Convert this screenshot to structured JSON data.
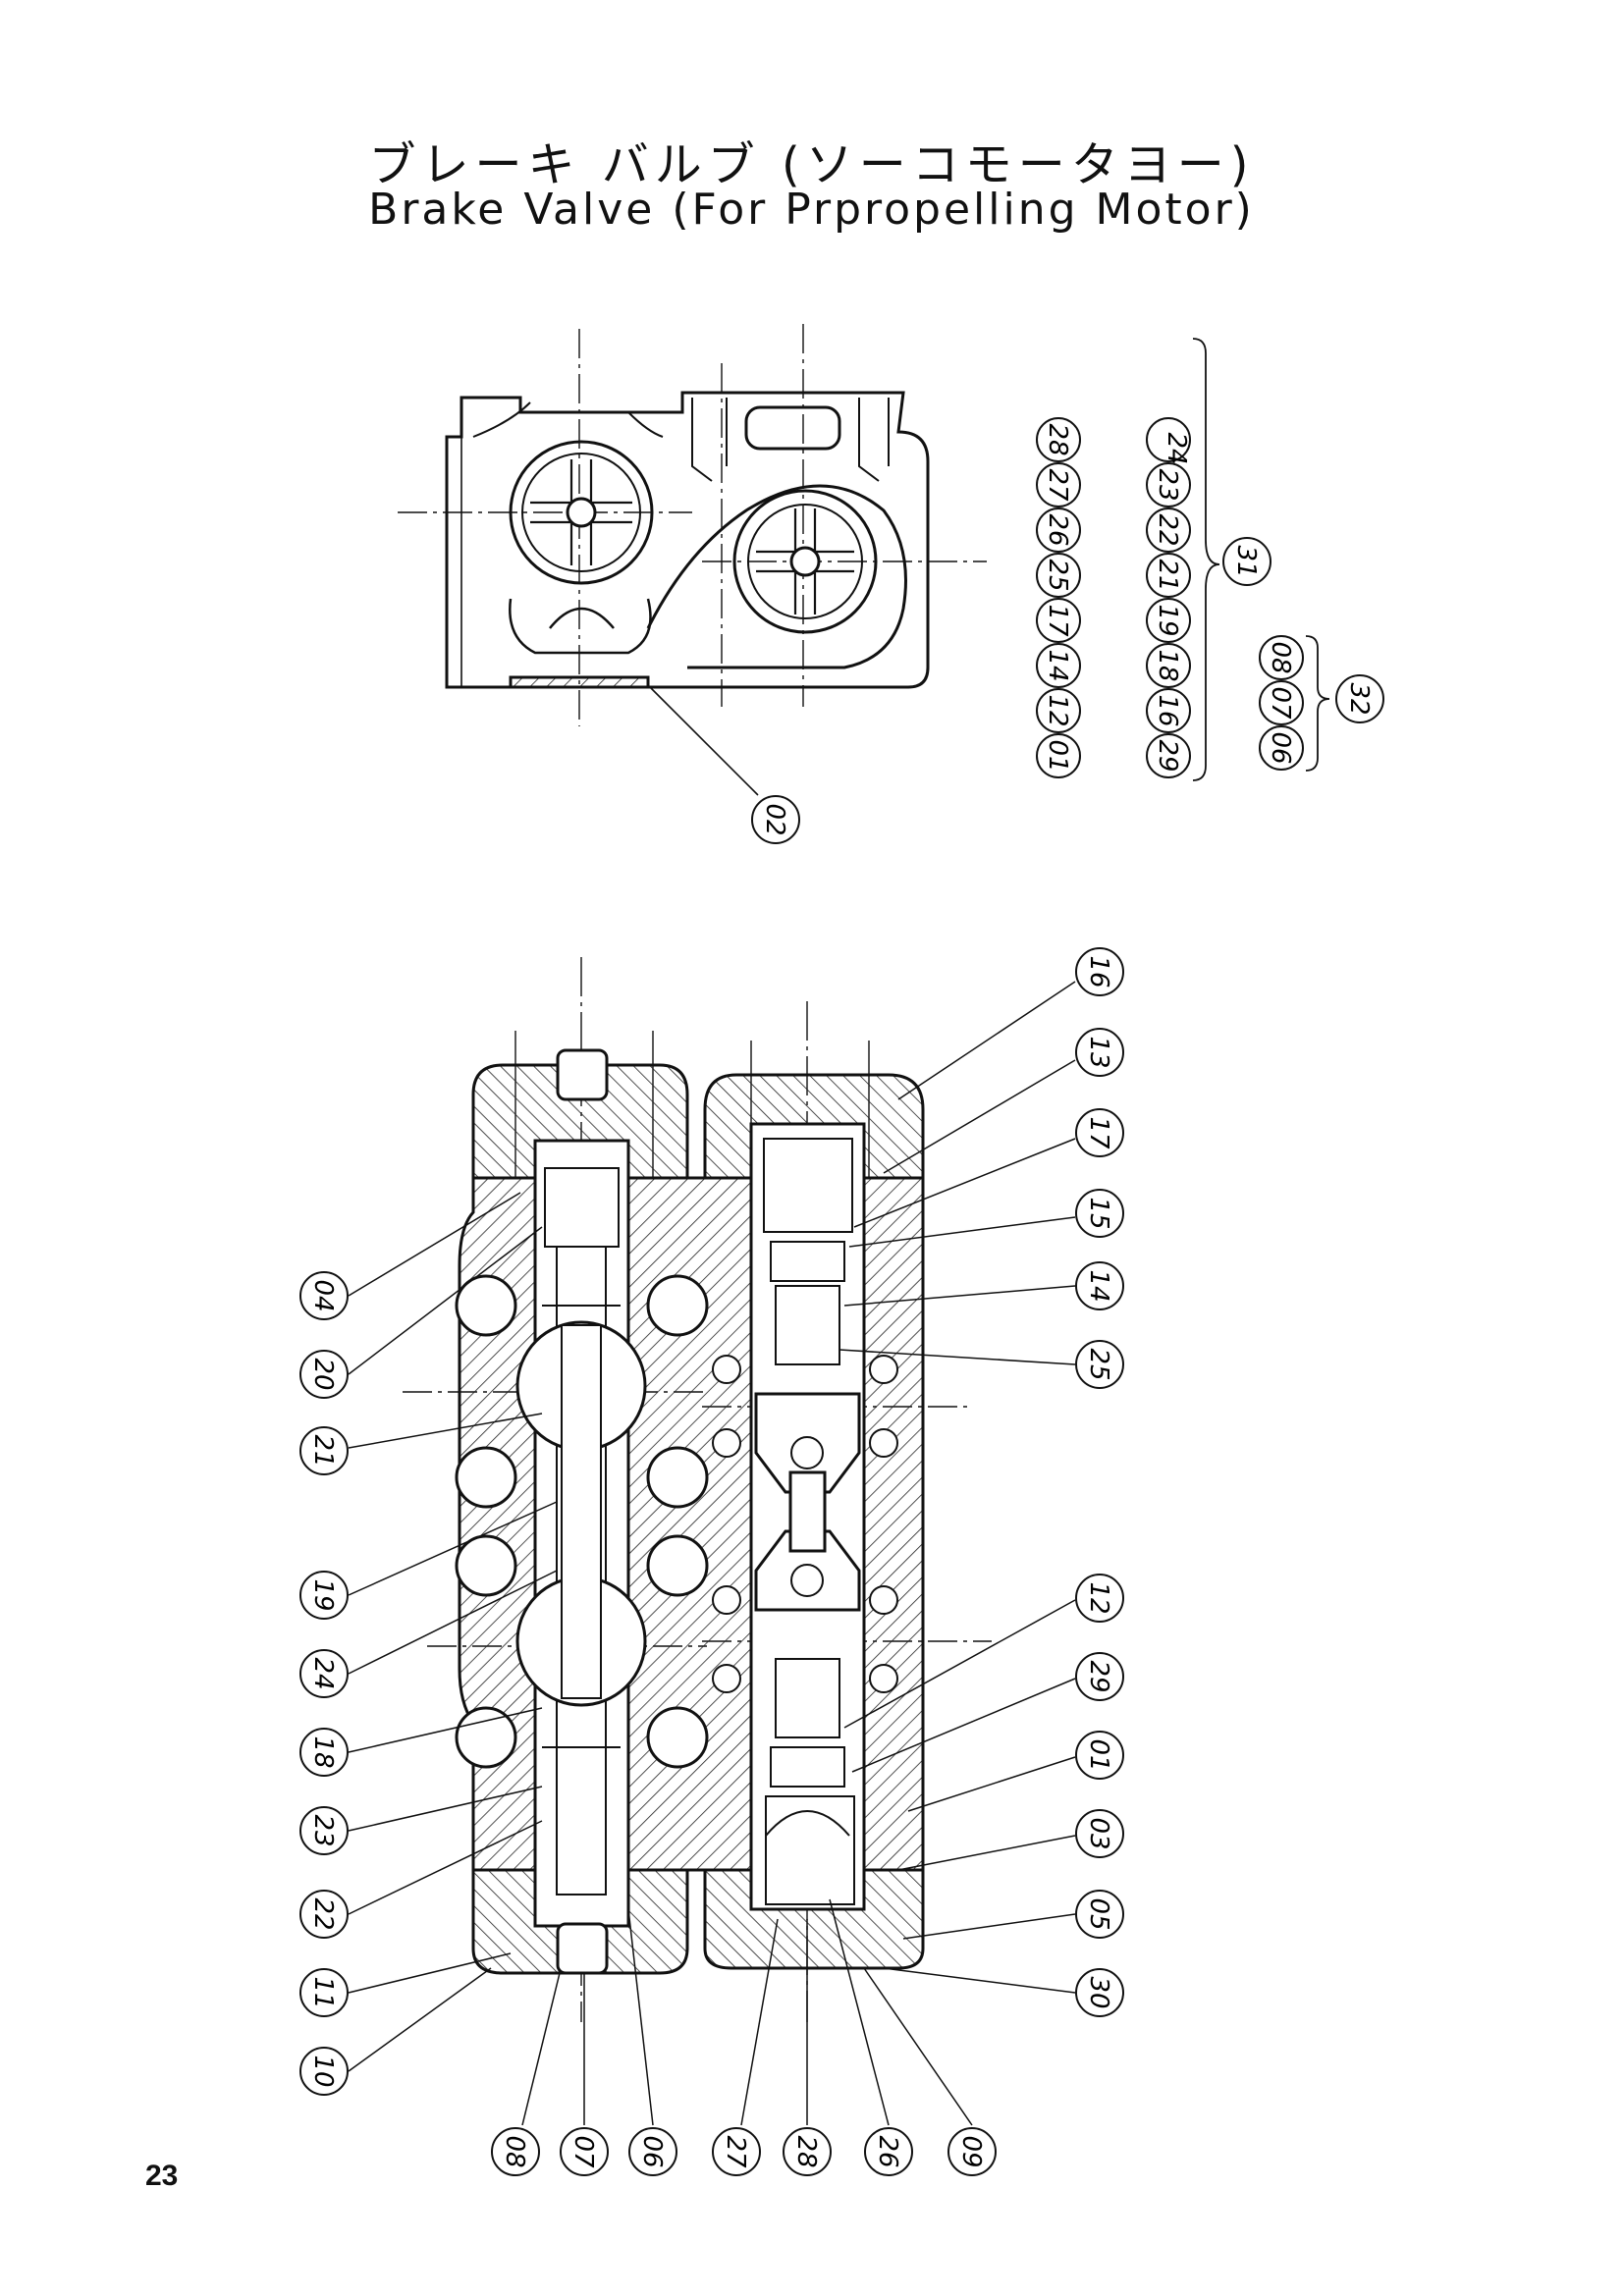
{
  "title_jp": "ブレーキ バルブ (ソーコモータヨー)",
  "title_en": "Brake Valve (For Prpropelling Motor)",
  "page_number": "23",
  "top_view_callouts": [
    {
      "id": "top-02",
      "label": "02"
    }
  ],
  "group_31": {
    "label": "31",
    "columns": [
      [
        "01",
        "12",
        "14",
        "17",
        "25",
        "26",
        "27",
        "28"
      ],
      [
        "29",
        "16",
        "18",
        "19",
        "21",
        "22",
        "23",
        "24"
      ]
    ]
  },
  "group_32": {
    "label": "32",
    "column": [
      "06",
      "07",
      "08"
    ]
  },
  "section_callouts_right": [
    "16",
    "13",
    "17",
    "15",
    "14",
    "25",
    "12",
    "29",
    "01",
    "03",
    "05",
    "30"
  ],
  "section_callouts_left": [
    "04",
    "20",
    "21",
    "19",
    "24",
    "18",
    "23",
    "22",
    "11",
    "10"
  ],
  "section_callouts_bottom": [
    "08",
    "07",
    "06",
    "27",
    "28",
    "26",
    "09"
  ]
}
